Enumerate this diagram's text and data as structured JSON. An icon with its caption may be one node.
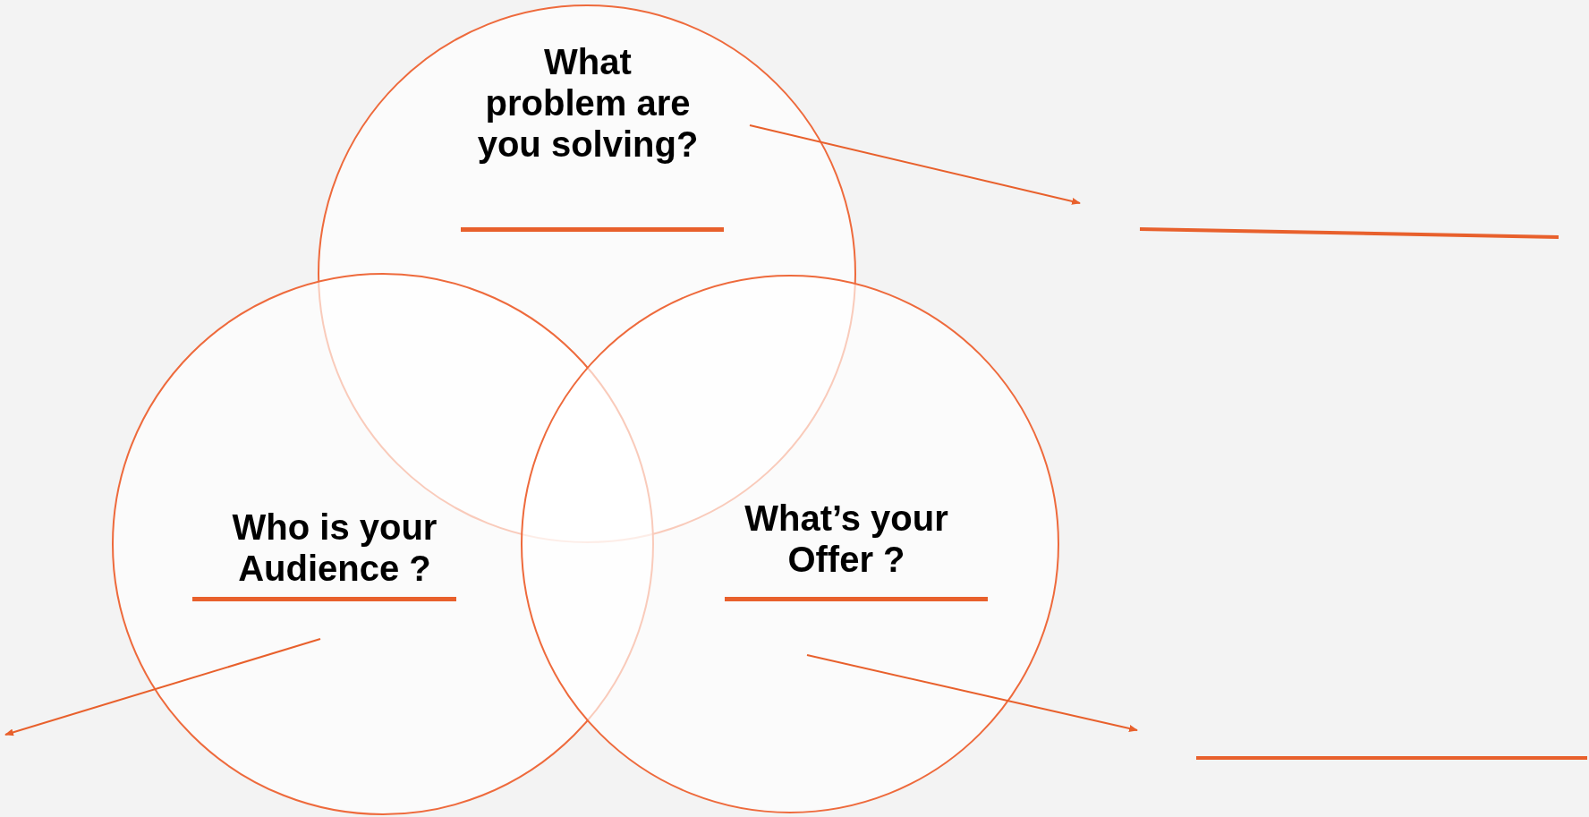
{
  "diagram": {
    "nodes": [
      {
        "text": [
          "What problem are you solving?"
        ]
      },
      {
        "text": [
          "Who is your Audience ?"
        ]
      },
      {
        "text": [
          "What’s your Offer ?"
        ]
      }
    ],
    "edges": [
      {
        "from": 0,
        "to": null,
        "arrow": "to"
      },
      {
        "from": 1,
        "to": null,
        "arrow": "to"
      },
      {
        "from": 2,
        "to": null,
        "arrow": "to"
      }
    ]
  }
}
